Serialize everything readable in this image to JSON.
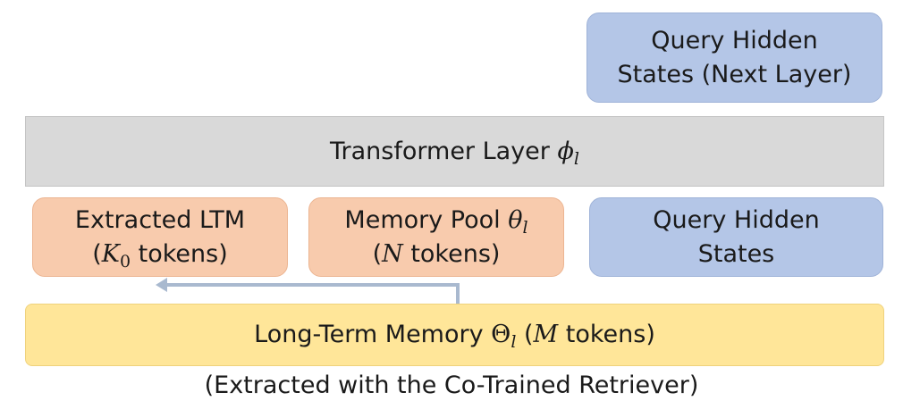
{
  "diagram": {
    "next_layer_box": {
      "line1": "Query Hidden",
      "line2": "States (Next Layer)"
    },
    "transformer_layer": {
      "text": "Transformer Layer ",
      "symbol": "ϕ",
      "subscript": "l"
    },
    "extracted_ltm": {
      "line1": "Extracted LTM",
      "line2_open": "(",
      "symbol": "K",
      "subscript": "0",
      "line2_rest": " tokens)"
    },
    "memory_pool": {
      "text": "Memory Pool ",
      "symbol": "θ",
      "subscript": "l",
      "line2_open": "(",
      "line2_symbol": "N",
      "line2_rest": " tokens)"
    },
    "query_hidden_states": {
      "line1": "Query Hidden",
      "line2": "States"
    },
    "long_term_memory": {
      "text": "Long-Term Memory ",
      "symbol": "Θ",
      "subscript": "l",
      "paren_open": " (",
      "paren_symbol": "M",
      "paren_rest": " tokens)"
    },
    "caption": "(Extracted with the Co-Trained Retriever)"
  },
  "colors": {
    "query_box": "#b4c6e7",
    "memory_box": "#f8cbad",
    "transformer_box": "#d9d9d9",
    "ltm_box": "#ffe699",
    "arrow": "#a9b9cf"
  }
}
